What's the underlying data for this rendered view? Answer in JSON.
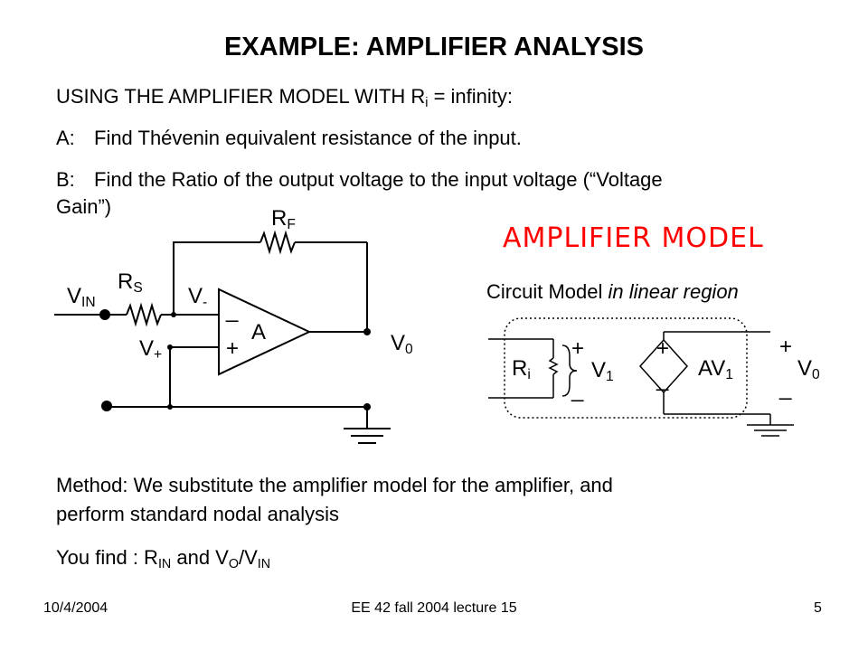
{
  "slide": {
    "title": "EXAMPLE: AMPLIFIER ANALYSIS",
    "line1_pre": "USING THE AMPLIFIER MODEL WITH R",
    "line1_sub": "i",
    "line1_post": " = infinity:",
    "a_label": "A:",
    "a_text": "Find Thévenin equivalent resistance of the input.",
    "b_label": "B:",
    "b_text": "Find the Ratio of the output voltage to the input voltage (“Voltage",
    "b_text2": "Gain”)",
    "method_line1": "Method:  We substitute the amplifier model for the amplifier, and",
    "method_line2": "perform standard nodal analysis",
    "find_pre": "You find :  R",
    "find_sub1": "IN",
    "find_mid": "  and V",
    "find_sub2": "O",
    "find_slash": "/V",
    "find_sub3": "IN"
  },
  "circuit": {
    "rf_main": "R",
    "rf_sub": "F",
    "rs_main": "R",
    "rs_sub": "S",
    "vin_main": "V",
    "vin_sub": "IN",
    "vminus_main": "V",
    "vminus_sub": "-",
    "vplus_main": "V",
    "vplus_sub": "+",
    "gain": "A",
    "vout_main": "V",
    "vout_sub": "0",
    "minus_sign": "_",
    "plus_sign": "+"
  },
  "model": {
    "heading": "AMPLIFIER MODEL",
    "caption_plain": "Circuit Model ",
    "caption_italic": "in linear region",
    "ri_main": "R",
    "ri_sub": "i",
    "v1_main": "V",
    "v1_sub": "1",
    "av1_main": "AV",
    "av1_sub": "1",
    "v0_main": "V",
    "v0_sub": "0",
    "plus_sign": "+",
    "minus_sign": "_"
  },
  "footer": {
    "date": "10/4/2004",
    "course": "EE 42 fall 2004 lecture 15",
    "page": "5"
  }
}
